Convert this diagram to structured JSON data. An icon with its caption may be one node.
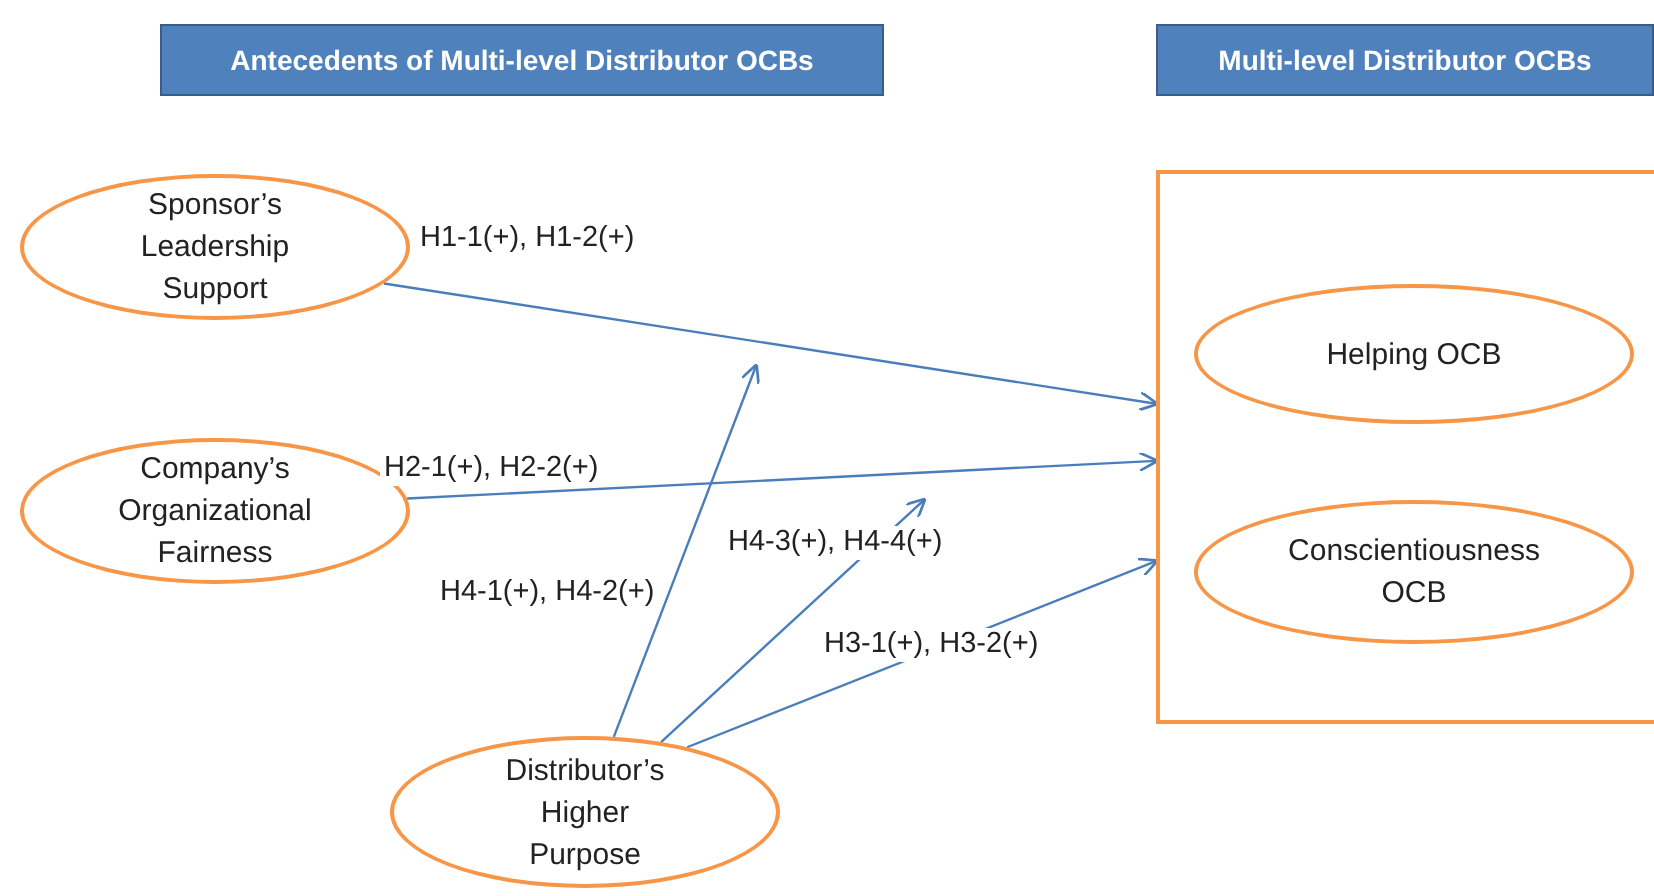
{
  "diagram": {
    "nodes": [
      {
        "text": [
          "Antecedents of Multi-level Distributor OCBs"
        ]
      },
      {
        "text": [
          "Multi-level Distributor OCBs"
        ]
      },
      {
        "text": [
          "Sponsor’s Leadership Support"
        ]
      },
      {
        "text": [
          "Company’s Organizational Fairness"
        ]
      },
      {
        "text": [
          "Distributor’s Higher Purpose"
        ]
      },
      {
        "text": [],
        "shape": "box"
      },
      {
        "text": [
          "Helping OCB"
        ],
        "in": 5
      },
      {
        "text": [
          "Conscientiousness OCB"
        ],
        "in": 5
      }
    ],
    "edges": [
      {
        "from": 2,
        "to": 5,
        "arrow": "to",
        "label": "H1-1(+), H1-2(+)"
      },
      {
        "from": 3,
        "to": 5,
        "arrow": "to",
        "label": "H2-1(+), H2-2(+)"
      },
      {
        "from": 4,
        "to": null,
        "arrow": "to",
        "label": "H4-1(+), H4-2(+)"
      },
      {
        "from": 4,
        "to": null,
        "arrow": "to",
        "label": "H4-3(+), H4-4(+)"
      },
      {
        "from": 4,
        "to": 5,
        "arrow": "to",
        "label": "H3-1(+), H3-2(+)"
      }
    ]
  }
}
